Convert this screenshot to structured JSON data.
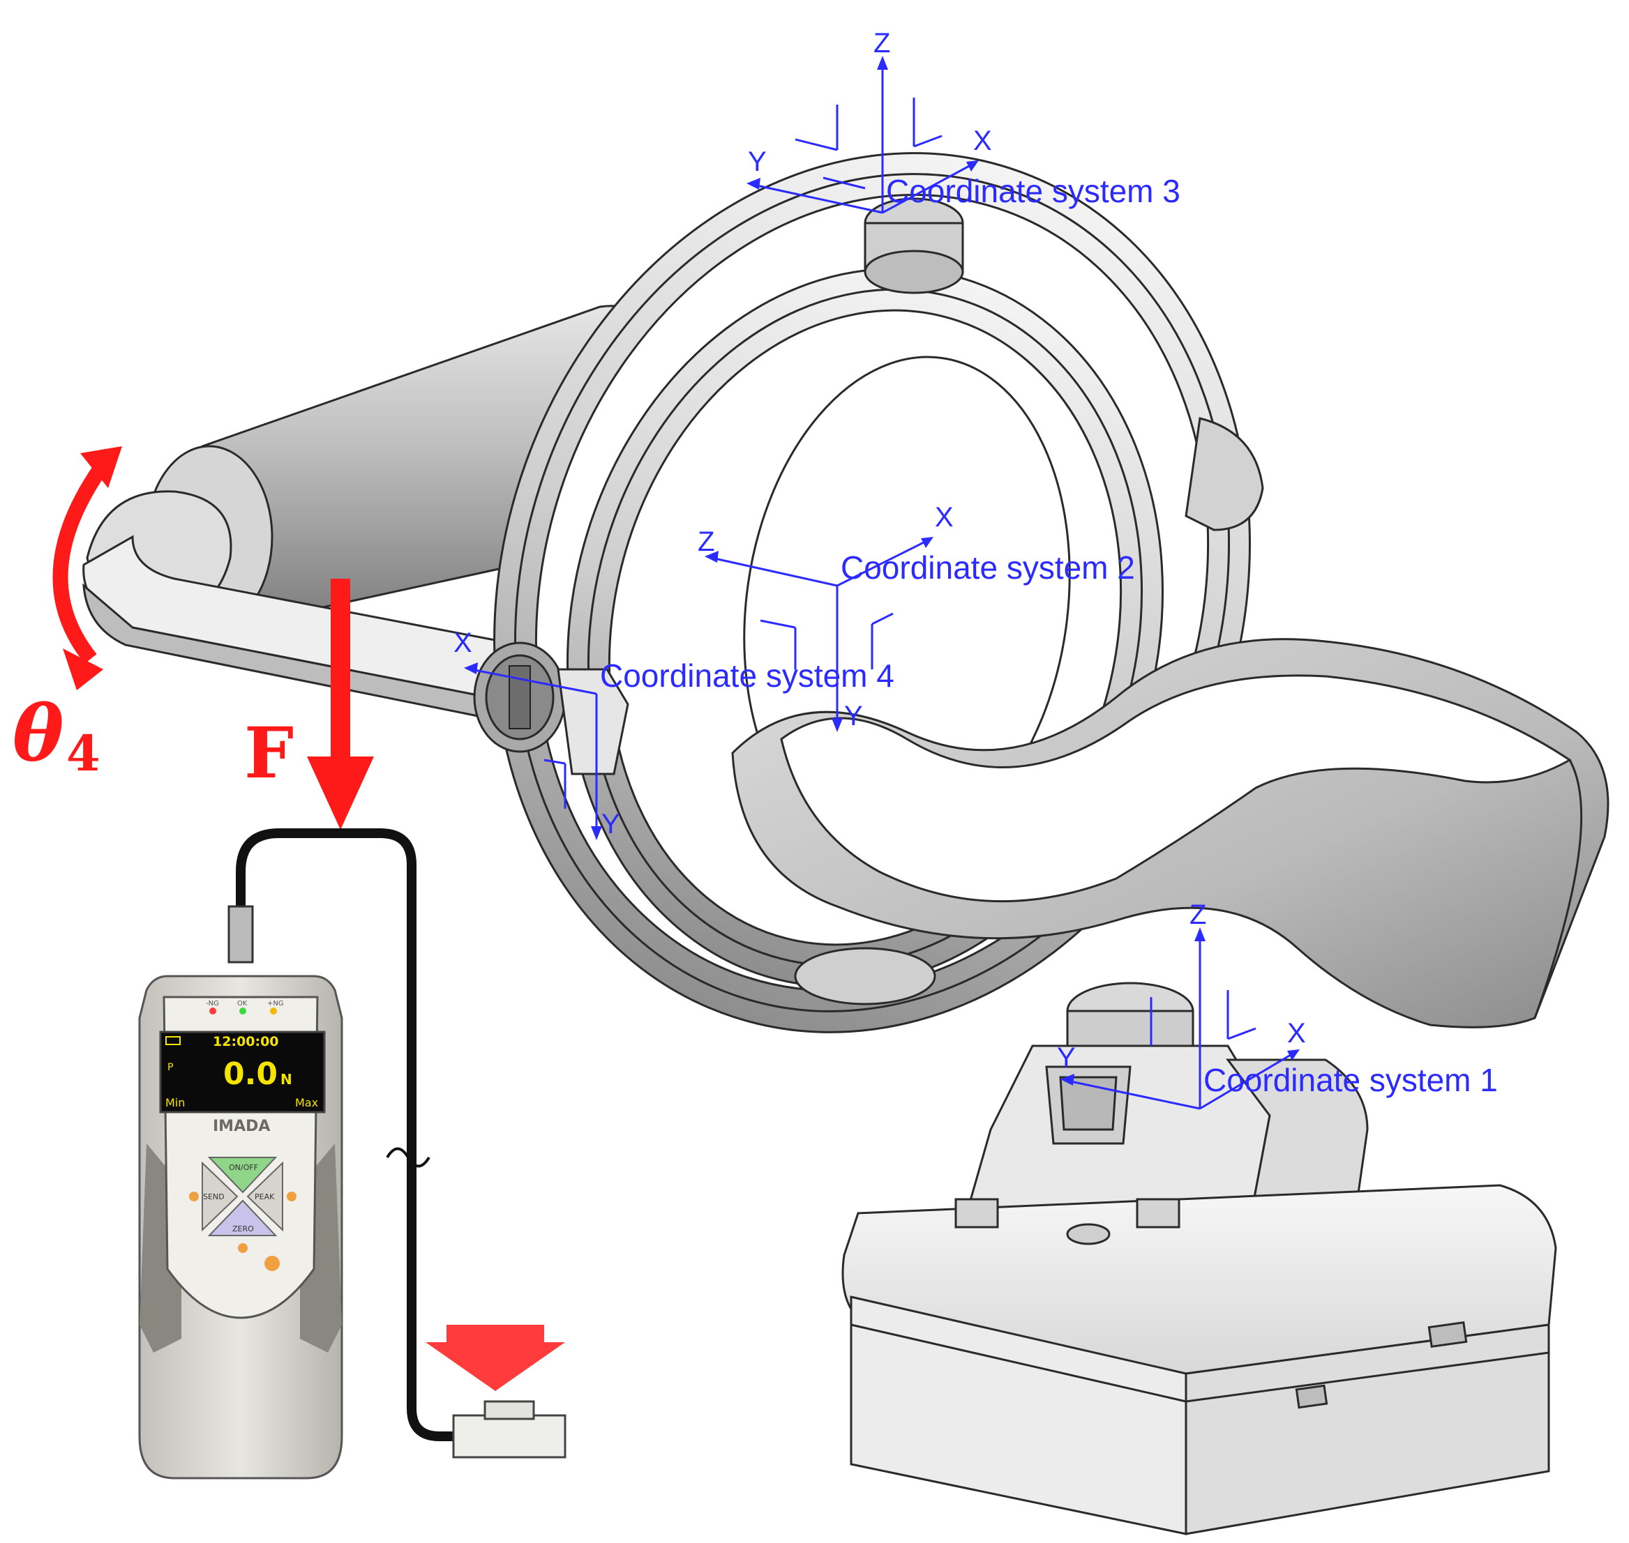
{
  "labels": {
    "theta": "θ",
    "theta_subscript": "4",
    "force": "F"
  },
  "coordinate_systems": [
    {
      "label": "Coordinate system 1"
    },
    {
      "label": "Coordinate system 2"
    },
    {
      "label": "Coordinate system 3"
    },
    {
      "label": "Coordinate system 4"
    }
  ],
  "axis_letters": {
    "x": "X",
    "y": "Y",
    "z": "Z"
  },
  "gauge": {
    "time": "12:00:00",
    "reading": "0.0",
    "unit": "N",
    "mode": "P",
    "min_label": "Min",
    "max_label": "Max",
    "brand": "IMADA",
    "indicator_labels": [
      "-NG",
      "OK",
      "+NG"
    ],
    "buttons": {
      "top": "ON/OFF",
      "left": "SEND",
      "right": "PEAK",
      "bottom": "ZERO"
    }
  },
  "colors": {
    "annotation_red": "#ff1a1a",
    "coordinate_blue": "#2b2bff",
    "screen_yellow": "#f5e400",
    "button_green": "#8fd68a",
    "button_purple": "#c9c2ea",
    "button_orange": "#f0a040"
  }
}
